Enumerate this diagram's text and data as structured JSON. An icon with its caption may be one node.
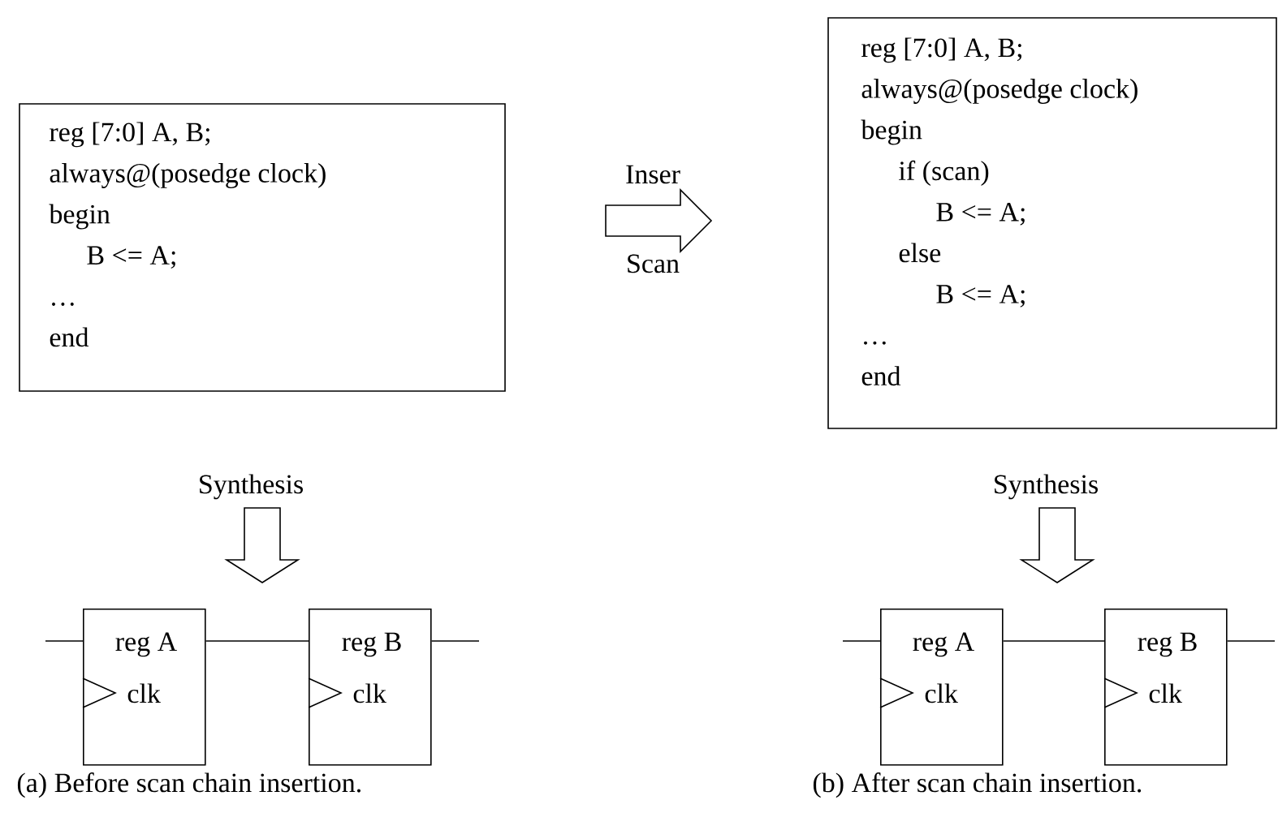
{
  "diagram": {
    "nodes": [
      {
        "text": [
          "reg [7:0] A, B;",
          "always@(posedge clock)",
          "begin",
          "B <= A;",
          "…",
          "end"
        ]
      },
      {
        "text": [
          "reg [7:0] A, B;",
          "always@(posedge clock)",
          "begin",
          "if (scan)",
          "B <= A;",
          "else",
          "B <= A;",
          "…",
          "end"
        ]
      },
      {
        "text": [
          "reg A",
          "clk"
        ]
      },
      {
        "text": [
          "reg B",
          "clk"
        ]
      },
      {
        "text": [
          "reg A",
          "clk"
        ]
      },
      {
        "text": [
          "reg B",
          "clk"
        ]
      }
    ],
    "edges": [
      {
        "from": null,
        "to": 2,
        "arrow": "none"
      },
      {
        "from": 2,
        "to": 3,
        "arrow": "none"
      },
      {
        "from": 3,
        "to": null,
        "arrow": "none"
      },
      {
        "from": null,
        "to": 4,
        "arrow": "none"
      },
      {
        "from": 4,
        "to": 5,
        "arrow": "none"
      },
      {
        "from": 5,
        "to": null,
        "arrow": "none"
      }
    ],
    "labels": [
      "Inser",
      "Scan",
      "Synthesis",
      "Synthesis",
      "(a) Before scan chain insertion.",
      "(b) After scan chain insertion."
    ]
  }
}
